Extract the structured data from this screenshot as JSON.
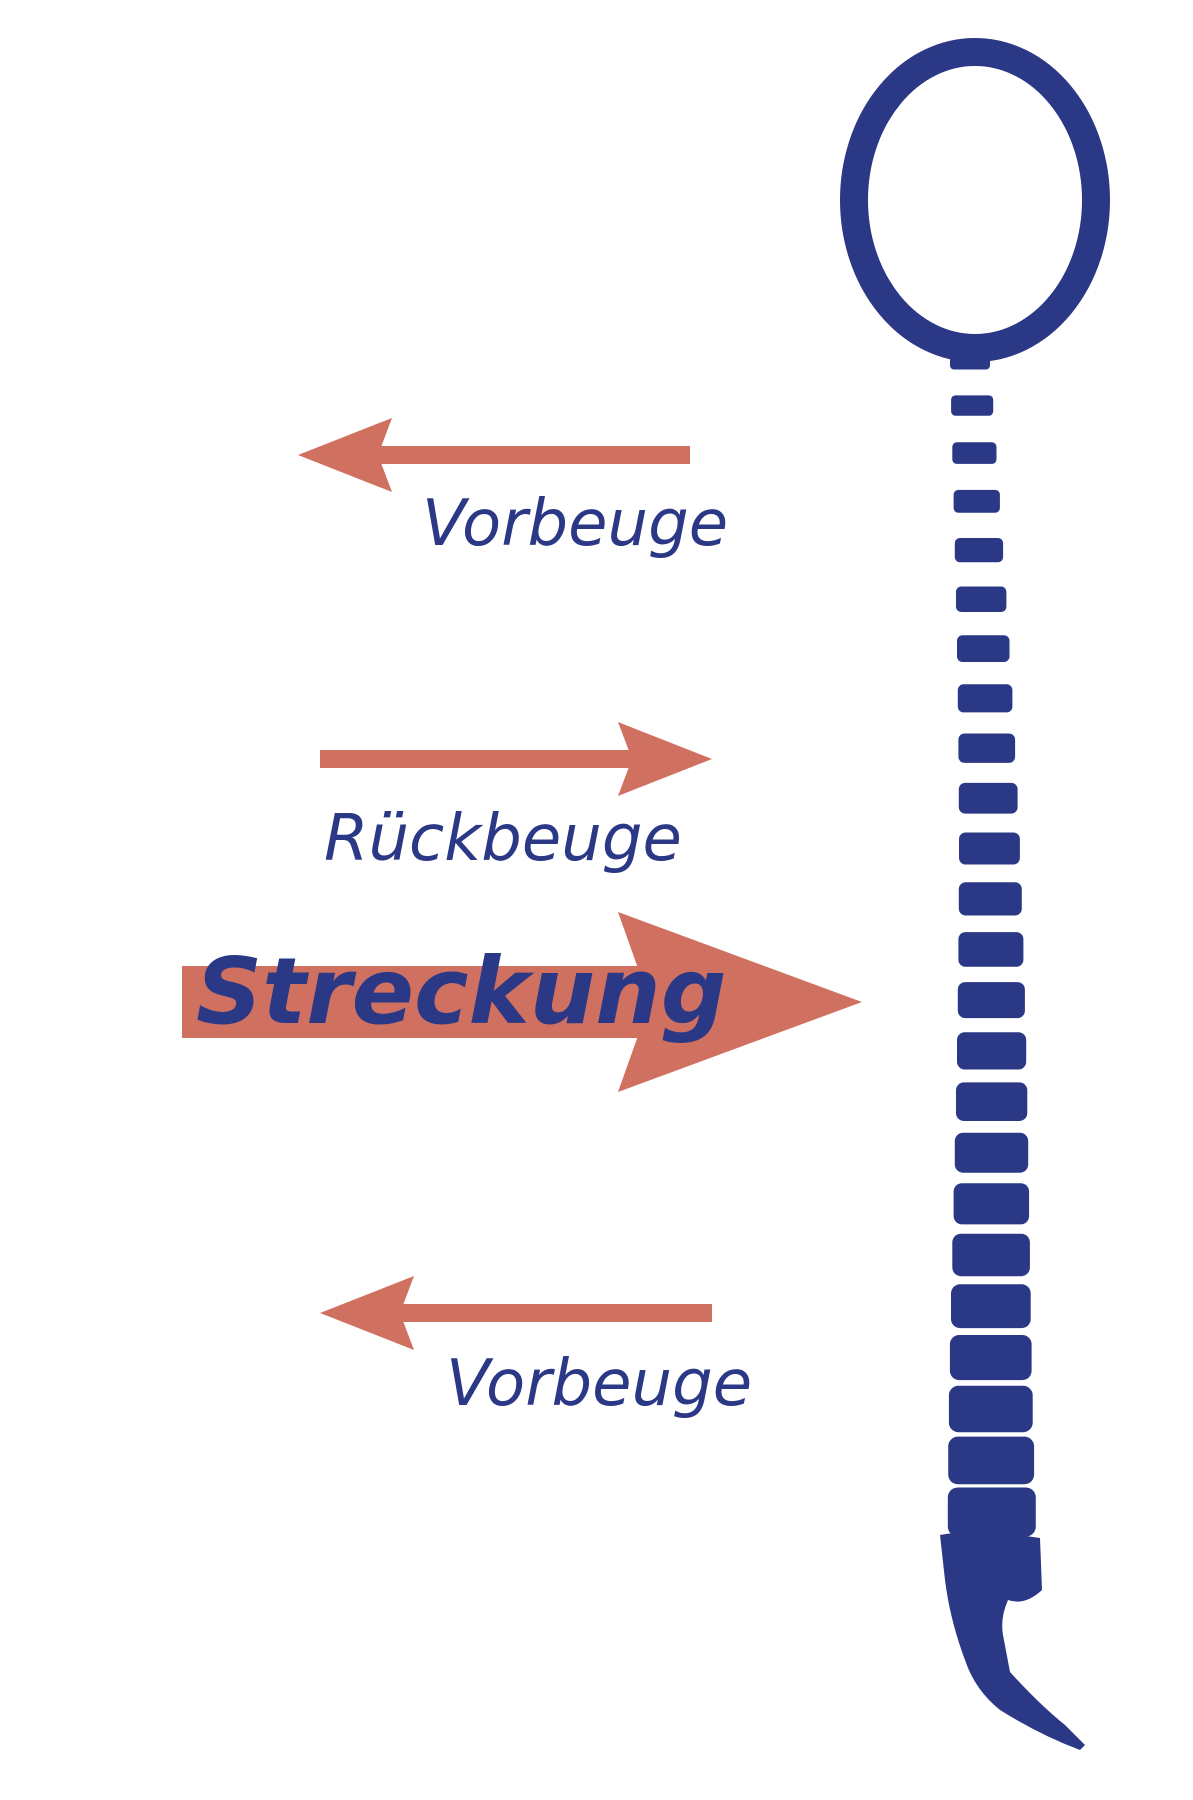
{
  "colors": {
    "spine": "#2b3886",
    "arrow": "#d07060",
    "text": "#2b3886",
    "background": "#ffffff"
  },
  "labels": {
    "upper_forward": "Vorbeuge",
    "back_bend": "Rückbeuge",
    "extension": "Streckung",
    "lower_forward": "Vorbeuge"
  },
  "arrows": {
    "upper_forward": {
      "direction": "left",
      "emphasis": "normal"
    },
    "back_bend": {
      "direction": "right",
      "emphasis": "normal"
    },
    "extension": {
      "direction": "right",
      "emphasis": "strong"
    },
    "lower_forward": {
      "direction": "left",
      "emphasis": "normal"
    }
  },
  "icons": {
    "head": "oval-head-icon",
    "spine": "spine-vertebrae-icon",
    "tailbone": "tailbone-icon"
  }
}
